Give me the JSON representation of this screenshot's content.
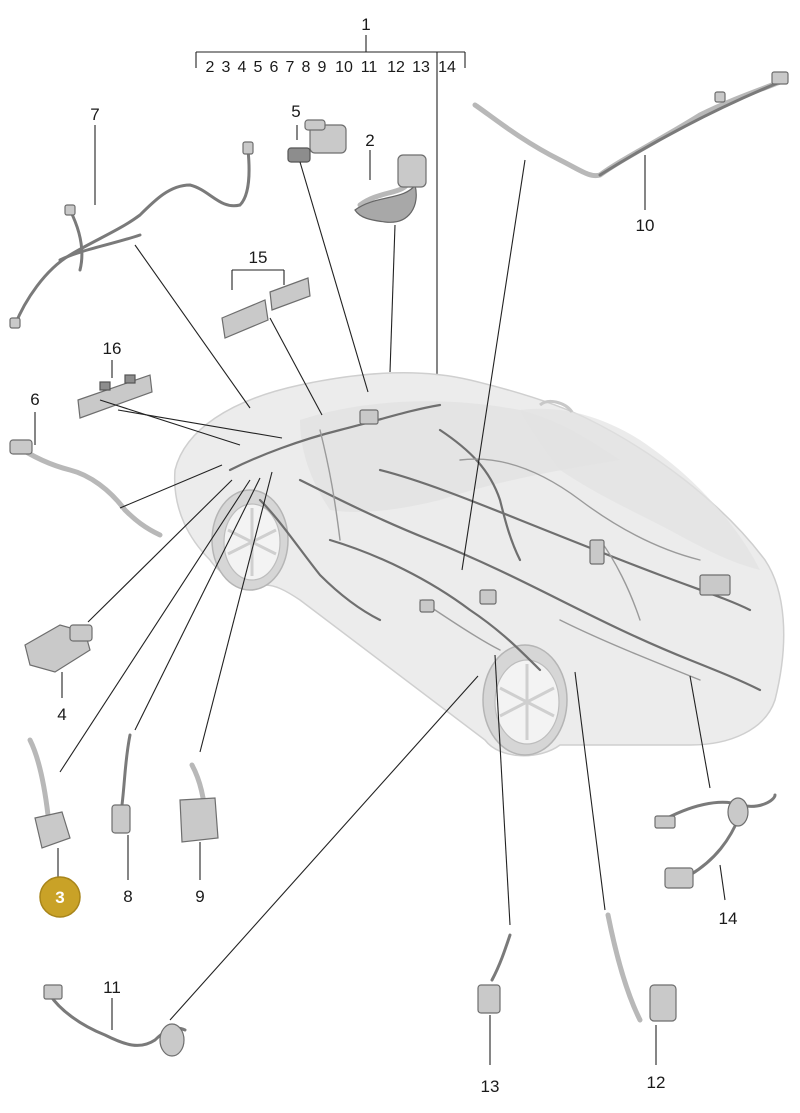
{
  "diagram": {
    "main_callout": "1",
    "main_callout_range": [
      "2",
      "3",
      "4",
      "5",
      "6",
      "7",
      "8",
      "9",
      "10",
      "11",
      "12",
      "13",
      "14"
    ],
    "callouts": {
      "c2": "2",
      "c3": "3",
      "c4": "4",
      "c5": "5",
      "c6": "6",
      "c7": "7",
      "c8": "8",
      "c9": "9",
      "c10": "10",
      "c11": "11",
      "c12": "12",
      "c13": "13",
      "c14": "14",
      "c15": "15",
      "c16": "16"
    },
    "highlighted_callout": "3",
    "colors": {
      "highlight": "#c9a227",
      "line": "#222222",
      "car": "#ececec"
    }
  }
}
